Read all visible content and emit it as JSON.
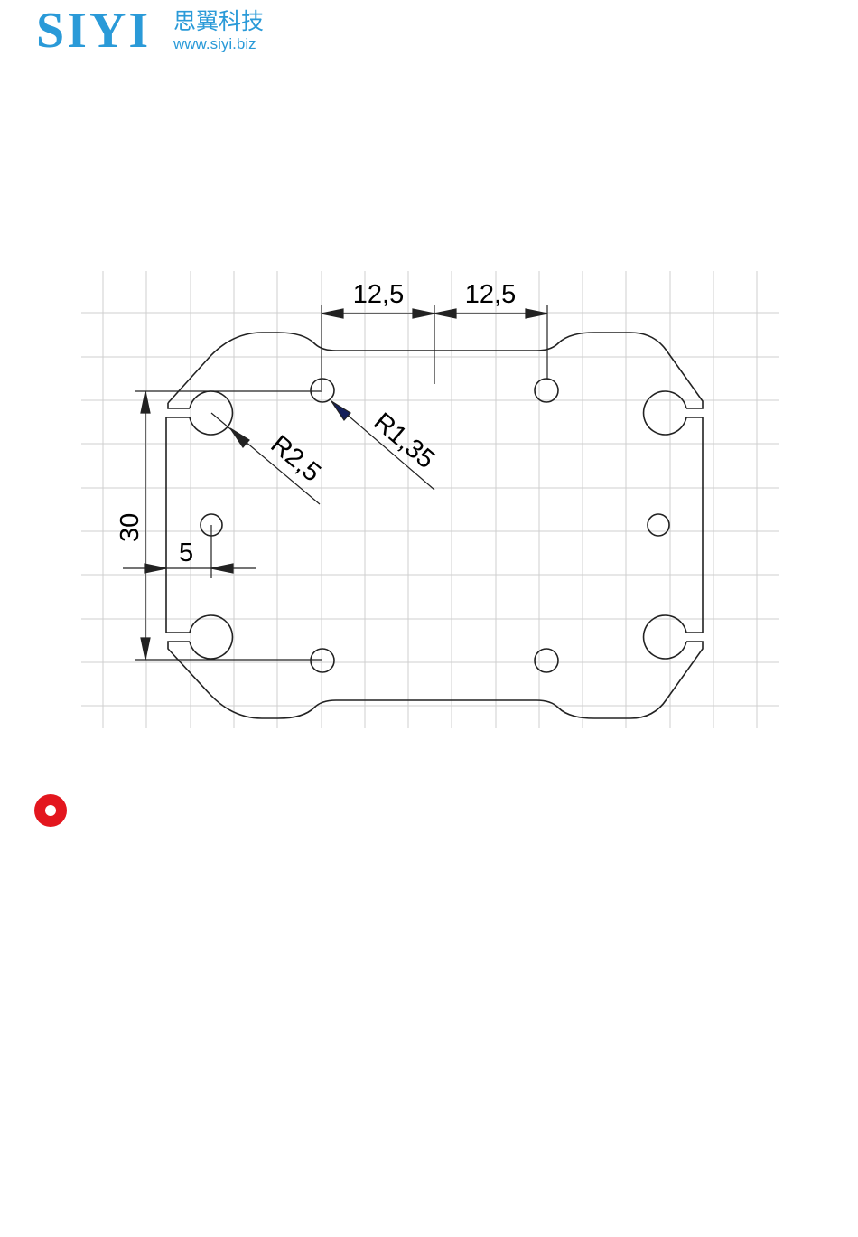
{
  "header": {
    "brand_name": "SIYI",
    "brand_cn": "思翼科技",
    "brand_url": "www.siyi.biz",
    "brand_color": "#2a9ad8"
  },
  "drawing": {
    "dim_top_left": "12,5",
    "dim_top_right": "12,5",
    "dim_radius_small": "R1,35",
    "dim_radius_large": "R2,5",
    "dim_height": "30",
    "dim_offset": "5",
    "arrow_color": "#15205a"
  },
  "note": {
    "icon": "record-icon",
    "icon_color": "#e3161e"
  }
}
